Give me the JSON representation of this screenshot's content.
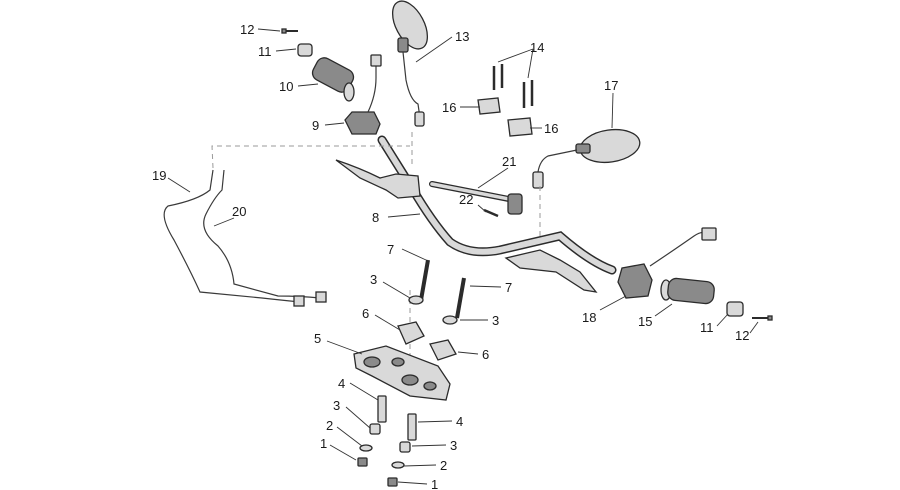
{
  "diagram": {
    "callouts": {
      "c1a": "1",
      "c1b": "1",
      "c2a": "2",
      "c2b": "2",
      "c3a": "3",
      "c3b": "3",
      "c3c": "3",
      "c3d": "3",
      "c4a": "4",
      "c4b": "4",
      "c5": "5",
      "c6a": "6",
      "c6b": "6",
      "c7a": "7",
      "c7b": "7",
      "c8": "8",
      "c9": "9",
      "c10": "10",
      "c11a": "11",
      "c11b": "11",
      "c12a": "12",
      "c12b": "12",
      "c13": "13",
      "c14": "14",
      "c15": "15",
      "c16a": "16",
      "c16b": "16",
      "c17": "17",
      "c18": "18",
      "c19": "19",
      "c20": "20",
      "c21": "21",
      "c22": "22"
    },
    "colors": {
      "line": "#2b2b2b",
      "fill": "#d9d9d9",
      "dark": "#8a8a8a",
      "background": "#ffffff"
    }
  }
}
